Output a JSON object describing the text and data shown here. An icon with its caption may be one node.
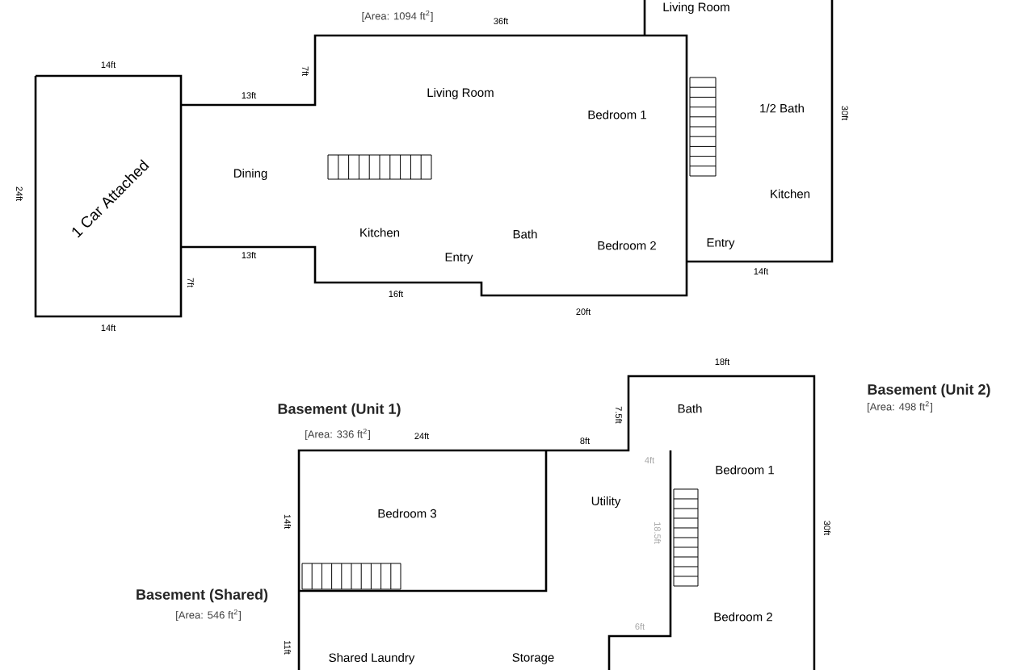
{
  "diagram": {
    "labels": [
      "[Area: 1094 ft$^{2}$]",
      "36ft",
      "Living Room",
      "14ft",
      "13ft",
      "7ft",
      "Living Room",
      "Bedroom 1",
      "1/2 Bath",
      "30ft",
      "Dining",
      "24ft",
      "1 Car Attached",
      "Kitchen",
      "Kitchen",
      "Bath",
      "Bedroom 2",
      "Entry",
      "13ft",
      "Entry",
      "7ft",
      "14ft",
      "16ft",
      "20ft",
      "14ft",
      "18ft",
      "Basement (Unit 1)",
      "Basement (Unit 2)",
      "[Area: 498 ft$^{2}$]",
      "[Area: 336 ft$^{2}$]",
      "24ft",
      "7.5ft",
      "Bath",
      "8ft",
      "4ft",
      "Bedroom 1",
      "Utility",
      "14ft",
      "Bedroom 3",
      "30ft",
      "18.5ft",
      "Basement (Shared)",
      "[Area: 546 ft$^{2}$]",
      "Bedroom 2",
      "6ft",
      "11ft",
      "Shared Laundry",
      "Storage"
    ]
  }
}
